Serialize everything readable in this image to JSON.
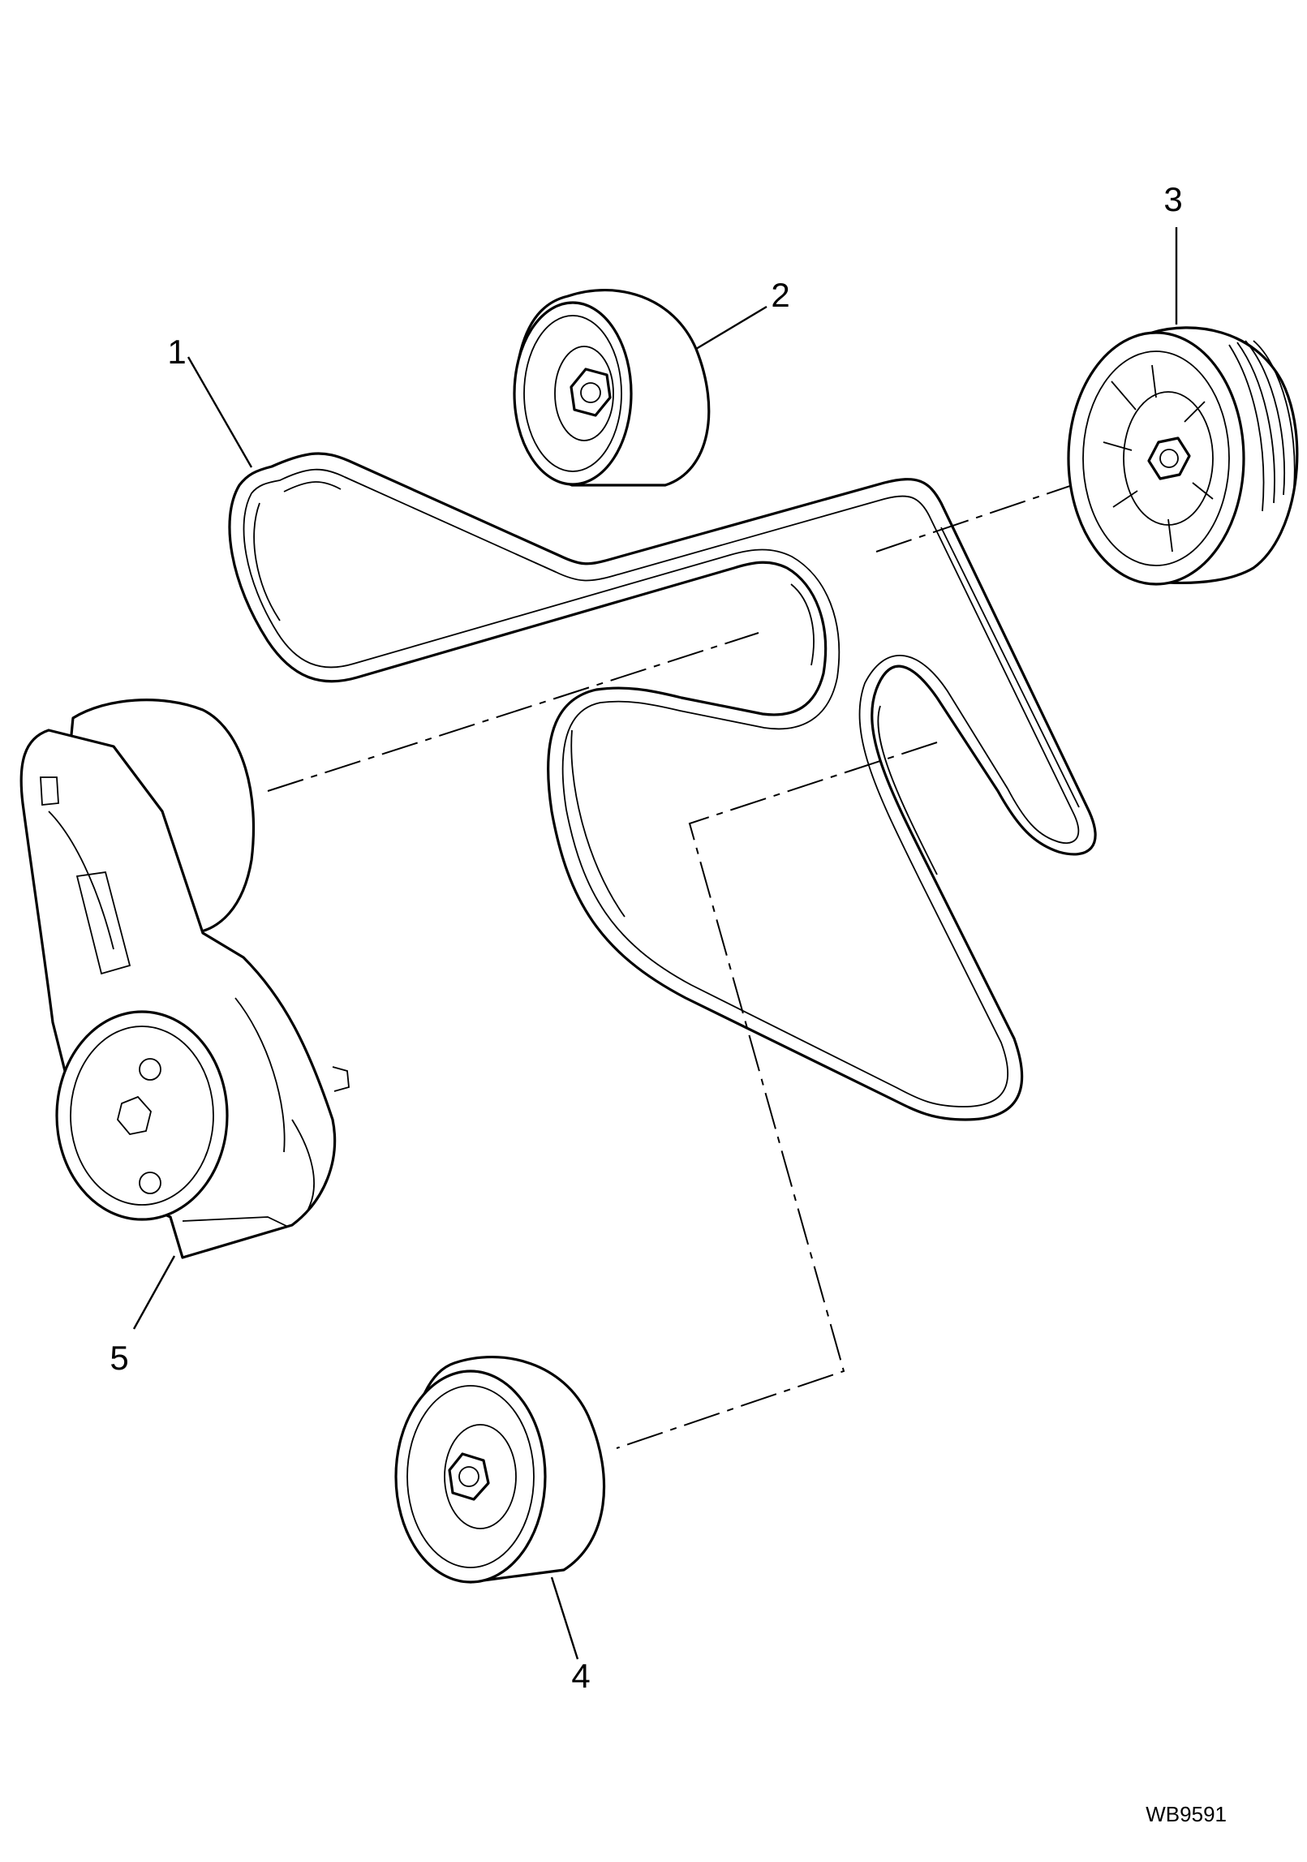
{
  "callouts": [
    "1",
    "2",
    "3",
    "4",
    "5"
  ],
  "reference": "WB9591"
}
